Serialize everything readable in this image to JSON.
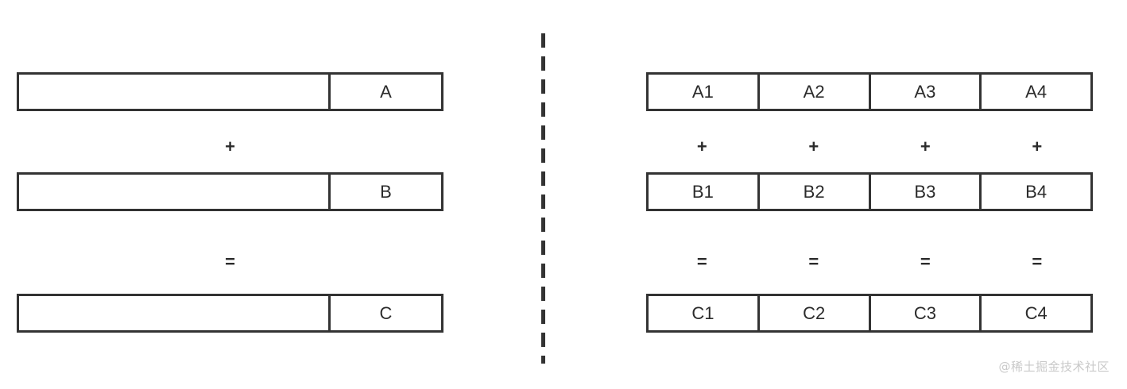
{
  "theme": {
    "background": "#ffffff",
    "stroke": "#333333",
    "text": "#2b2b2b",
    "watermark_color": "#c9c9c9"
  },
  "left_panel": {
    "name": "scalar-vector-addition",
    "rows": [
      {
        "id": "A",
        "label": "A",
        "type": "box"
      },
      {
        "id": "op1",
        "label": "+",
        "type": "operator"
      },
      {
        "id": "B",
        "label": "B",
        "type": "box"
      },
      {
        "id": "op2",
        "label": "=",
        "type": "operator"
      },
      {
        "id": "C",
        "label": "C",
        "type": "box"
      }
    ]
  },
  "right_panel": {
    "name": "element-wise-vector-addition",
    "rows": [
      {
        "id": "A",
        "type": "grid",
        "cells": [
          "A1",
          "A2",
          "A3",
          "A4"
        ]
      },
      {
        "id": "op1",
        "type": "operator",
        "cells": [
          "+",
          "+",
          "+",
          "+"
        ]
      },
      {
        "id": "B",
        "type": "grid",
        "cells": [
          "B1",
          "B2",
          "B3",
          "B4"
        ]
      },
      {
        "id": "op2",
        "type": "operator",
        "cells": [
          "=",
          "=",
          "=",
          "="
        ]
      },
      {
        "id": "C",
        "type": "grid",
        "cells": [
          "C1",
          "C2",
          "C3",
          "C4"
        ]
      }
    ]
  },
  "divider": {
    "style": "dashed-vertical"
  },
  "watermark": {
    "text": "@稀土掘金技术社区"
  }
}
